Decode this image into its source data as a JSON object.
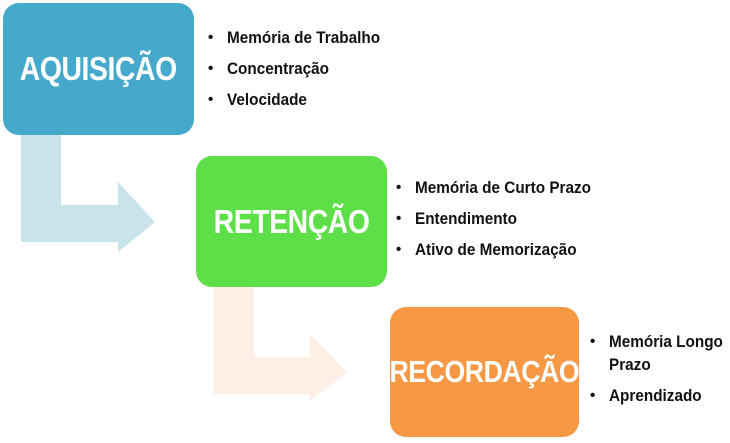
{
  "stages": [
    {
      "label": "AQUISIÇÃO",
      "color": "#45a9cc",
      "items": [
        "Memória de Trabalho",
        "Concentração",
        "Velocidade"
      ]
    },
    {
      "label": "RETENÇÃO",
      "color": "#5ddf48",
      "items": [
        "Memória de Curto Prazo",
        "Entendimento",
        "Ativo de Memorização"
      ]
    },
    {
      "label": "RECORDAÇÃO",
      "color": "#f79845",
      "items": [
        "Memória Longo Prazo",
        "Aprendizado"
      ]
    }
  ],
  "arrow_colors": [
    "#c9e3eb",
    "#fdeee6"
  ]
}
